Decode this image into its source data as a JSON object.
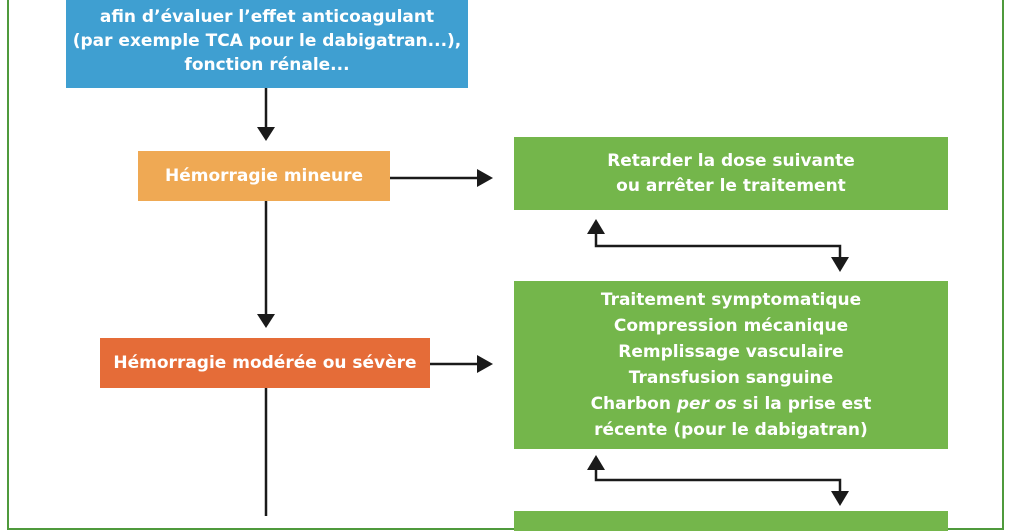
{
  "diagram": {
    "colors": {
      "frame": "#4f9a3c",
      "info_box": "#3f9fd1",
      "minor_box": "#efa954",
      "moderate_box": "#e56c38",
      "action_box": "#74b64b",
      "arrow": "#1a1a1a"
    },
    "top_box": {
      "lines": "afin d’évaluer l’effet anticoagulant\n(par exemple TCA pour le dabigatran...),\nfonction rénale..."
    },
    "minor_hemorrhage": {
      "label": "Hémorragie mineure"
    },
    "moderate_severe_hemorrhage": {
      "label": "Hémorragie modérée ou sévère"
    },
    "action_minor": {
      "lines": "Retarder la dose suivante\nou arrêter le traitement"
    },
    "action_moderate": {
      "line1": "Traitement symptomatique",
      "line2": "Compression mécanique",
      "line3": "Remplissage vasculaire",
      "line4": "Transfusion sanguine",
      "line5_pre": "Charbon ",
      "line5_italic": "per os",
      "line5_post": " si la prise est",
      "line6": "récente (pour le dabigatran)"
    }
  }
}
